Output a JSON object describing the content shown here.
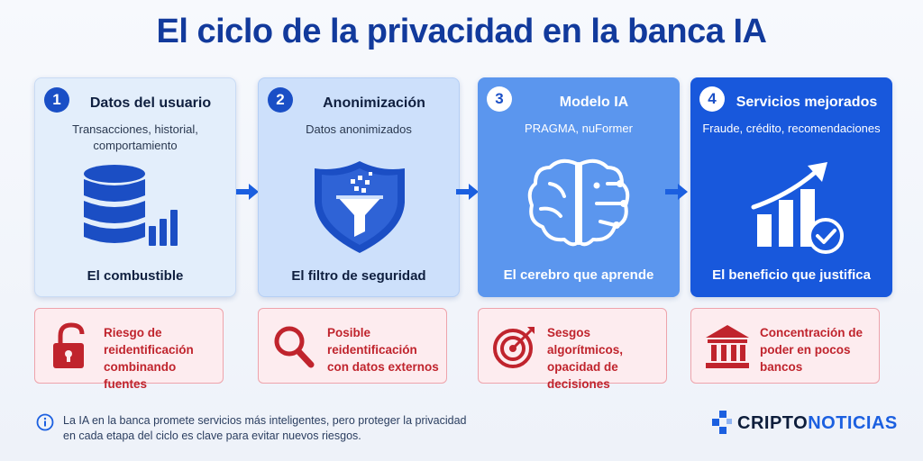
{
  "title": "El ciclo de la privacidad en la banca IA",
  "steps": [
    {
      "number": "1",
      "title": "Datos del usuario",
      "subtitle": "Transacciones, historial, comportamiento",
      "footer": "El combustible",
      "icon": "database-icon"
    },
    {
      "number": "2",
      "title": "Anonimización",
      "subtitle": "Datos anonimizados",
      "footer": "El filtro de seguridad",
      "icon": "shield-filter-icon"
    },
    {
      "number": "3",
      "title": "Modelo IA",
      "subtitle": "PRAGMA, nuFormer",
      "footer": "El cerebro que aprende",
      "icon": "brain-icon"
    },
    {
      "number": "4",
      "title": "Servicios mejorados",
      "subtitle": "Fraude, crédito, recomendaciones",
      "footer": "El beneficio que justifica",
      "icon": "growth-chart-icon"
    }
  ],
  "risks": [
    {
      "text": "Riesgo de reidentificación combinando fuentes",
      "icon": "unlocked-padlock-icon"
    },
    {
      "text": "Posible reidentificación con datos externos",
      "icon": "magnifier-icon"
    },
    {
      "text": "Sesgos algorítmicos, opacidad de decisiones",
      "icon": "target-icon"
    },
    {
      "text": "Concentración de poder en pocos bancos",
      "icon": "bank-icon"
    }
  ],
  "footnote": "La IA en la banca promete servicios más inteligentes, pero proteger la privacidad en cada etapa del ciclo es clave para evitar nuevos riesgos.",
  "brand": {
    "part1": "CRIPTO",
    "part2": "NOTICIAS"
  },
  "colors": {
    "title": "#123a9c",
    "accent": "#1b5fe0",
    "risk": "#c0242d",
    "risk_bg": "#fdecef"
  }
}
